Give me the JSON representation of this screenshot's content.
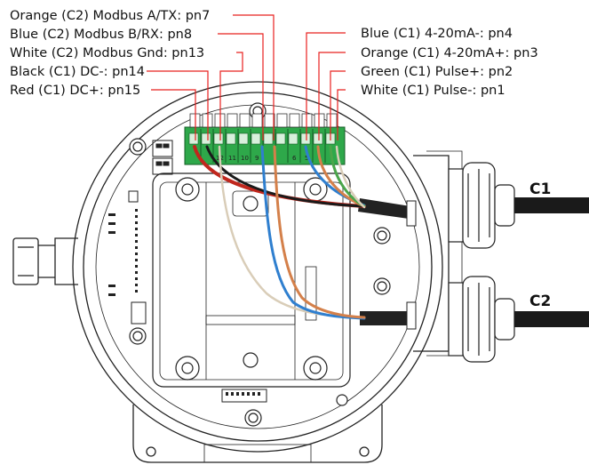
{
  "labels_left": [
    {
      "text": "Orange (C2) Modbus A/TX: pn7"
    },
    {
      "text": "Blue (C2) Modbus B/RX: pn8"
    },
    {
      "text": "White (C2) Modbus Gnd: pn13"
    },
    {
      "text": "Black (C1) DC-: pn14"
    },
    {
      "text": "Red (C1) DC+: pn15"
    }
  ],
  "labels_right": [
    {
      "text": "Blue (C1) 4-20mA-: pn4"
    },
    {
      "text": "Orange (C1) 4-20mA+: pn3"
    },
    {
      "text": "Green (C1) Pulse+: pn2"
    },
    {
      "text": "White (C1) Pulse-: pn1"
    }
  ],
  "cables": [
    {
      "text": "C1"
    },
    {
      "text": "C2"
    }
  ],
  "terminal_numbers": [
    "12",
    "11",
    "10",
    "9",
    "6",
    "5"
  ],
  "colors": {
    "label_line": "#e8201f",
    "terminal_green": "#2ea84a",
    "wire_red": "#c0271d",
    "wire_black": "#1a1a1a",
    "wire_orange": "#d4804a",
    "wire_blue": "#2f7fcf",
    "wire_white": "#d9cdb8",
    "wire_green": "#4aa54a"
  }
}
